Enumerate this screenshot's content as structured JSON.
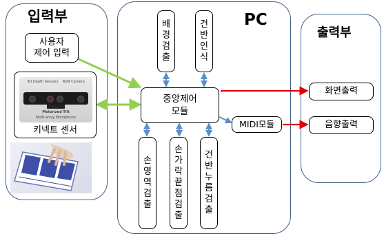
{
  "input_unit": {
    "title": "입력부"
  },
  "pc_unit": {
    "title": "PC"
  },
  "output_unit": {
    "title": "출력부"
  },
  "nodes": {
    "user_input": "사용자\n제어 입력",
    "kinect_sensor": "키넥트 센서",
    "background_detect": "배\n경\n검\n출",
    "keyboard_recog": "건\n반\n인\n식",
    "central_control": "중앙제어\n모듈",
    "midi_module": "MIDI모듈",
    "hand_region": "손\n영\n역\n검\n출",
    "fingertip": "손\n가\n락\n끝\n점\n검\n출",
    "key_press": "건\n반\n누\n름\n검\n출",
    "screen_output": "화면출력",
    "sound_output": "음향출력"
  },
  "colors": {
    "green_arrow": "#92d050",
    "blue_arrow": "#5b8fc7",
    "red_arrow": "#e00000",
    "panel_border": "#3f5f8a"
  }
}
